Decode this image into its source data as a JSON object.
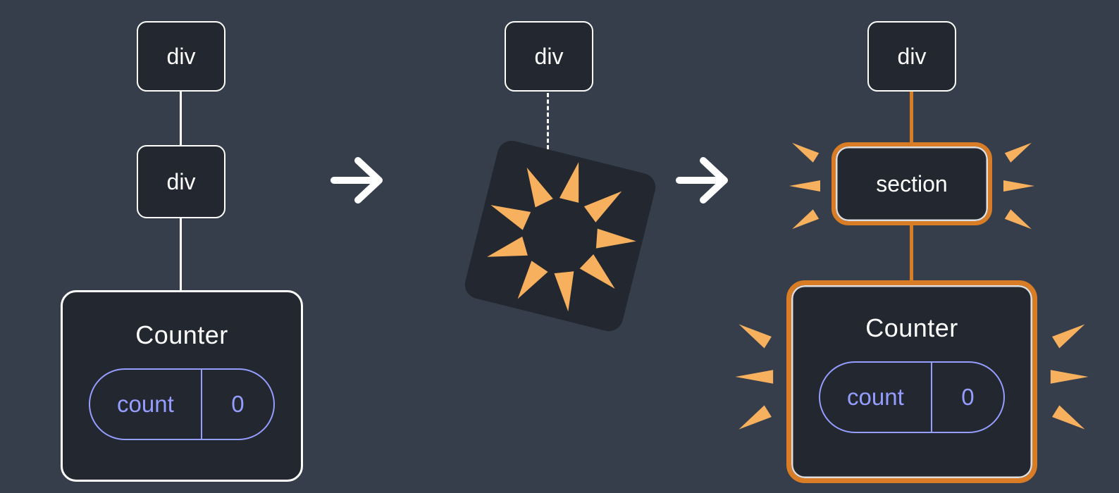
{
  "title": "Component tree change resets state (poof) diagram",
  "colors": {
    "background": "#353e4a",
    "node_fill": "#23272f",
    "node_border": "#ffffff",
    "text": "#ffffff",
    "state_purple": "#959dff",
    "highlight_orange": "#d97c26",
    "burst_orange": "#f7b05e"
  },
  "before": {
    "root": "div",
    "child": "div",
    "component": "Counter",
    "state_key": "count",
    "state_value": "0"
  },
  "during": {
    "root": "div"
  },
  "after": {
    "root": "div",
    "wrapper": "section",
    "component": "Counter",
    "state_key": "count",
    "state_value": "0"
  }
}
